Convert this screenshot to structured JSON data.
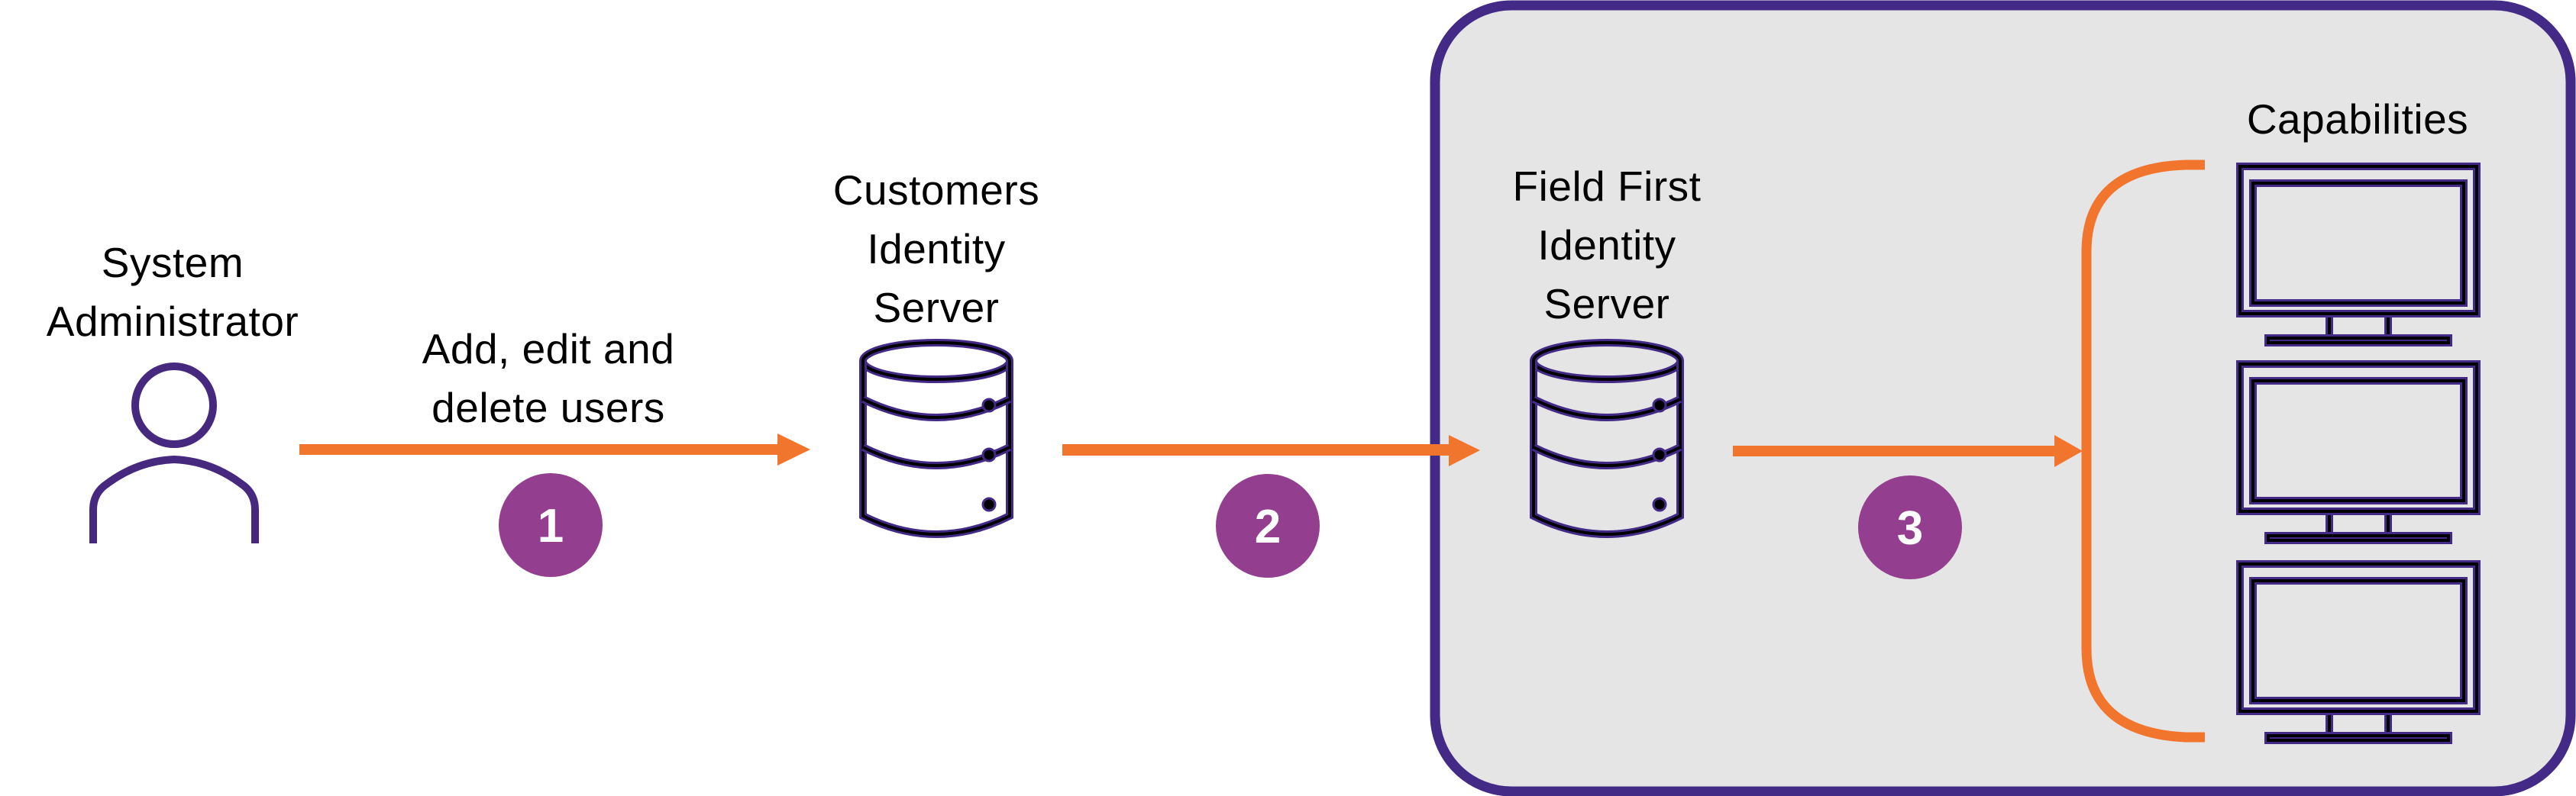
{
  "colors": {
    "panel_border": "#432a86",
    "panel_fill": "#e5e5e5",
    "arrow": "#f2752e",
    "badge": "#933e8f",
    "icon_outline": "#432a86",
    "icon_core": "#000000"
  },
  "nodes": {
    "admin": {
      "icon": "person-icon",
      "label_lines": [
        "System",
        "Administrator"
      ]
    },
    "customer_server": {
      "icon": "database-icon",
      "label_lines": [
        "Customers",
        "Identity",
        "Server"
      ]
    },
    "fieldfirst_server": {
      "icon": "database-icon",
      "label_lines": [
        "Field First",
        "Identity",
        "Server"
      ]
    },
    "capabilities": {
      "icon": "monitor-icon",
      "label": "Capabilities",
      "monitor_count": 3
    }
  },
  "edges": [
    {
      "from": "admin",
      "to": "customer_server",
      "label_lines": [
        "Add, edit and",
        "delete users"
      ],
      "step": "1"
    },
    {
      "from": "customer_server",
      "to": "fieldfirst_server",
      "label_lines": [],
      "step": "2"
    },
    {
      "from": "fieldfirst_server",
      "to": "capabilities",
      "label_lines": [],
      "step": "3"
    }
  ]
}
